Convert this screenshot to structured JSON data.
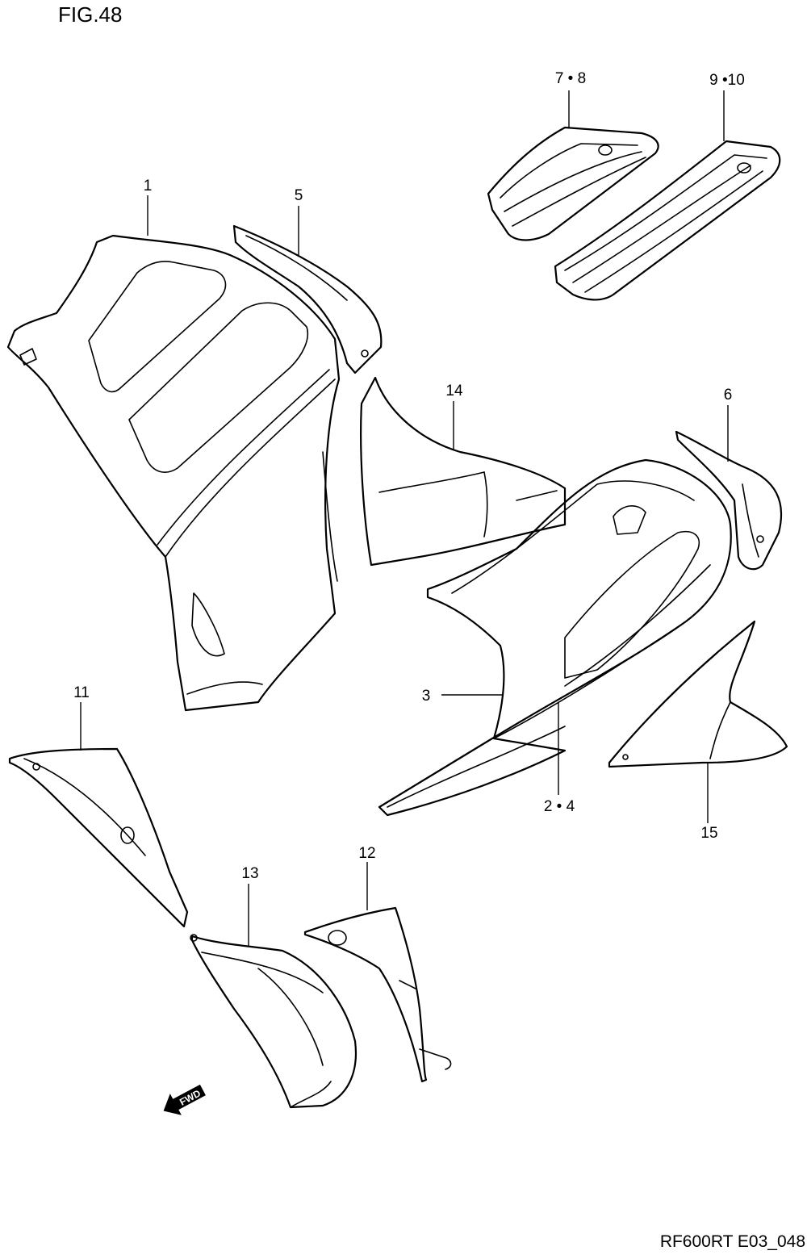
{
  "figure": {
    "title": "FIG.48",
    "code": "RF600RT E03_048"
  },
  "callouts": [
    {
      "id": "c1",
      "label": "1"
    },
    {
      "id": "c5",
      "label": "5"
    },
    {
      "id": "c78",
      "label": "7 • 8"
    },
    {
      "id": "c910",
      "label": "9 •10"
    },
    {
      "id": "c14",
      "label": "14"
    },
    {
      "id": "c6",
      "label": "6"
    },
    {
      "id": "c3",
      "label": "3"
    },
    {
      "id": "c24",
      "label": "2 • 4"
    },
    {
      "id": "c15",
      "label": "15"
    },
    {
      "id": "c11",
      "label": "11"
    },
    {
      "id": "c13",
      "label": "13"
    },
    {
      "id": "c12",
      "label": "12"
    }
  ],
  "fwd_label": "FWD"
}
